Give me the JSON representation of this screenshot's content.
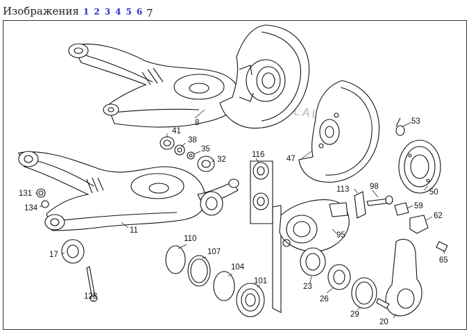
{
  "header": {
    "label": "Изображения",
    "pages": [
      "1",
      "2",
      "3",
      "4",
      "5",
      "6"
    ],
    "current_page": "7"
  },
  "diagram": {
    "watermark": "WWW.LAUTS.RU",
    "callouts": [
      "8",
      "41",
      "38",
      "35",
      "32",
      "116",
      "47",
      "53",
      "50",
      "113",
      "98",
      "59",
      "62",
      "65",
      "131",
      "134",
      "11",
      "17",
      "128",
      "110",
      "107",
      "104",
      "101",
      "95",
      "23",
      "26",
      "29",
      "20"
    ]
  }
}
